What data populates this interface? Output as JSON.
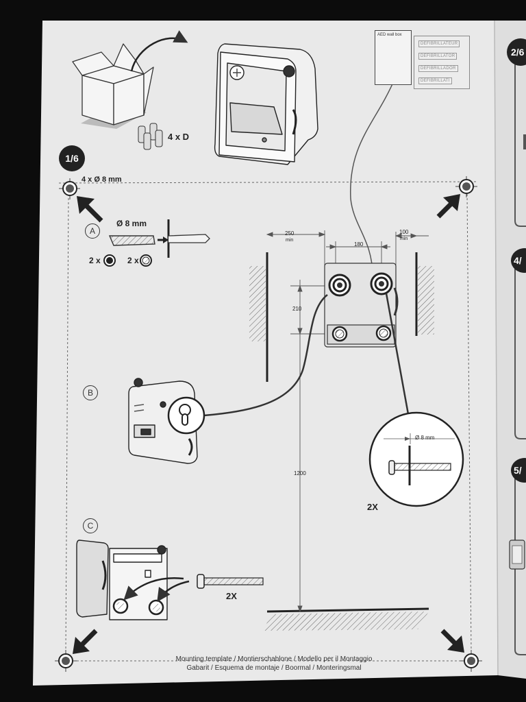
{
  "steps": {
    "s1": "1/6",
    "s2": "2/6",
    "s4": "4/",
    "s5": "5/"
  },
  "batteries": "4 x D",
  "hole_spec": "4 x Ø 8 mm",
  "step_a": {
    "letter": "A",
    "drill": "Ø 8 mm",
    "count_1": "2 x",
    "count_2": "2 x"
  },
  "step_b": {
    "letter": "B"
  },
  "step_c": {
    "letter": "C",
    "qty": "2X"
  },
  "screw_detail": {
    "dia": "Ø 8 mm",
    "qty": "2X"
  },
  "dimensions": {
    "left_clear": "250",
    "left_clear_unit": "min",
    "width": "180",
    "right_clear": "100",
    "right_clear_unit": "min",
    "height": "210",
    "floor": "1200"
  },
  "aed_card": {
    "title": "AED wall box"
  },
  "labels": [
    "DEFIBRILLATEUR",
    "DEFIBRILLATOR",
    "DEFIBRILLADOR",
    "DEFIBRILLATI"
  ],
  "footer": {
    "line1": "Mounting template / Montierschablone / Modello per il Montaggio",
    "line2": "Gabarit / Esquema de montaje / Boormal / Monteringsmal"
  }
}
